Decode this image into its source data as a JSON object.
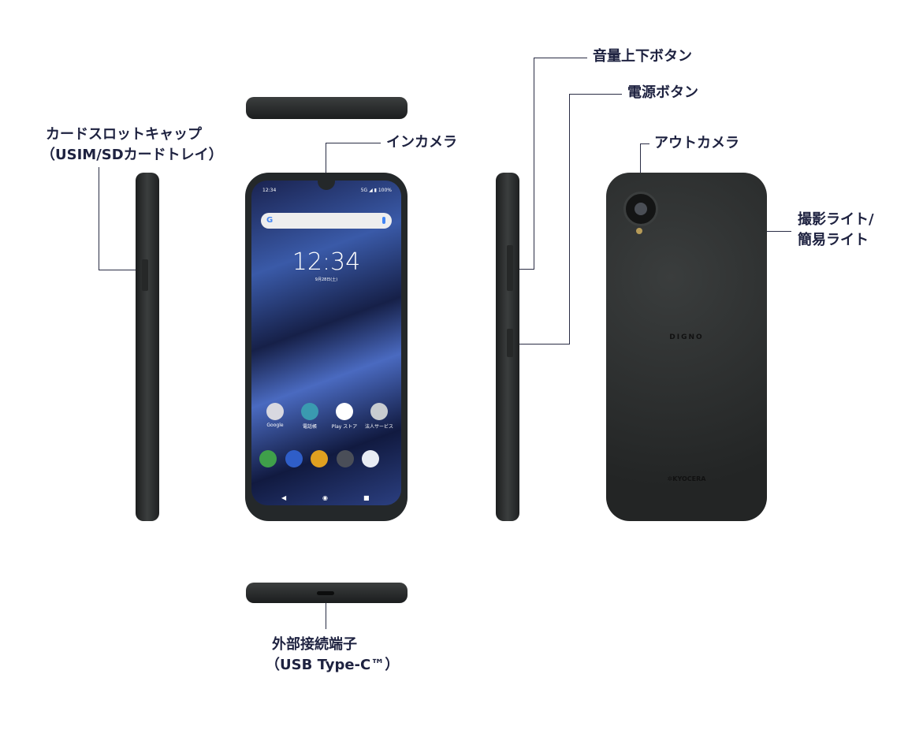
{
  "labels": {
    "card_slot": "カードスロットキャップ",
    "card_slot_sub": "（USIM/SDカードトレイ）",
    "in_camera": "インカメラ",
    "volume": "音量上下ボタン",
    "power": "電源ボタン",
    "out_camera": "アウトカメラ",
    "light": "撮影ライト/",
    "light_sub": "簡易ライト",
    "usb": "外部接続端子",
    "usb_sub": "（USB Type-C™）"
  },
  "screen": {
    "status_time": "12:34",
    "status_right": "5G ◢ ▮ 100%",
    "clock": "12:34",
    "date": "9月28日(土)",
    "apps": [
      {
        "label": "Google",
        "color": "#d8d8e0"
      },
      {
        "label": "電話帳",
        "color": "#3a9ab0"
      },
      {
        "label": "Play ストア",
        "color": "#ffffff"
      },
      {
        "label": "法人サービス",
        "color": "#c8ccd0"
      }
    ],
    "dock": [
      {
        "name": "phone",
        "color": "#3fa04a"
      },
      {
        "name": "message",
        "color": "#2f5ec8"
      },
      {
        "name": "chrome",
        "color": "#e0a020"
      },
      {
        "name": "camera",
        "color": "#4a4e58"
      },
      {
        "name": "settings",
        "color": "#e8ecf4"
      }
    ],
    "nav": [
      "◀",
      "◉",
      "■"
    ]
  },
  "back": {
    "brand": "DIGNO",
    "maker": "✲KYOCERA"
  }
}
